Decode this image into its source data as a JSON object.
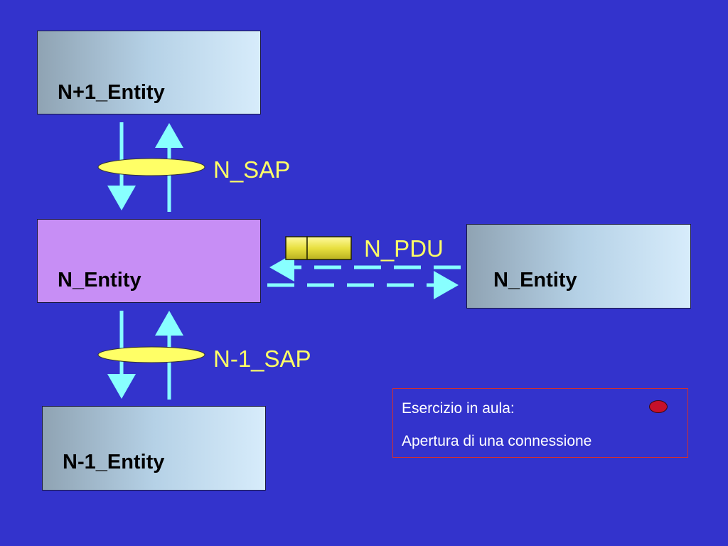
{
  "entities": {
    "upper": "N+1_Entity",
    "middle": "N_Entity",
    "peer": "N_Entity",
    "lower": "N-1_Entity"
  },
  "labels": {
    "n_sap": "N_SAP",
    "n_pdu": "N_PDU",
    "n1_sap": "N-1_SAP"
  },
  "exercise": {
    "line1": "Esercizio in aula:",
    "line2": "Apertura di una connessione"
  },
  "colors": {
    "background": "#3333cc",
    "arrow": "#88ffff",
    "sap_ellipse": "#ffff66",
    "label_yellow": "#ffff66",
    "middle_entity": "#c78ef5",
    "exercise_border": "#d03030",
    "badge": "#c6102a"
  }
}
